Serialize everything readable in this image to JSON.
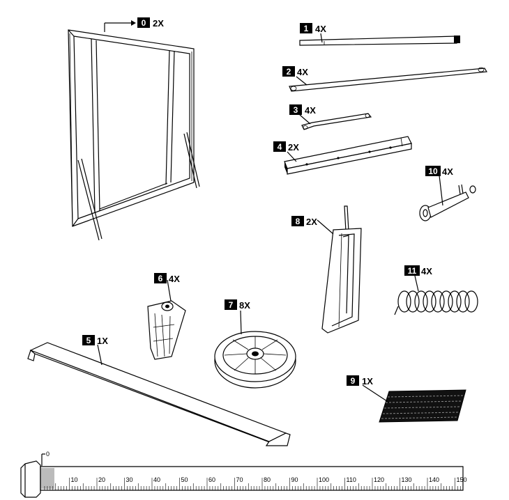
{
  "parts": [
    {
      "id": "part-0",
      "number": "0",
      "qty": "2X"
    },
    {
      "id": "part-1",
      "number": "1",
      "qty": "4X"
    },
    {
      "id": "part-2",
      "number": "2",
      "qty": "4X"
    },
    {
      "id": "part-3",
      "number": "3",
      "qty": "4X"
    },
    {
      "id": "part-4",
      "number": "4",
      "qty": "2X"
    },
    {
      "id": "part-5",
      "number": "5",
      "qty": "1X"
    },
    {
      "id": "part-6",
      "number": "6",
      "qty": "4X"
    },
    {
      "id": "part-7",
      "number": "7",
      "qty": "8X"
    },
    {
      "id": "part-8",
      "number": "8",
      "qty": "2X"
    },
    {
      "id": "part-9",
      "number": "9",
      "qty": "1X"
    },
    {
      "id": "part-10",
      "number": "10",
      "qty": "4X"
    },
    {
      "id": "part-11",
      "number": "11",
      "qty": "4X"
    }
  ],
  "ruler": {
    "zero_label": "0",
    "ticks": [
      "10",
      "20",
      "30",
      "40",
      "50",
      "60",
      "70",
      "80",
      "90",
      "100",
      "110",
      "120",
      "130",
      "140",
      "150"
    ]
  }
}
